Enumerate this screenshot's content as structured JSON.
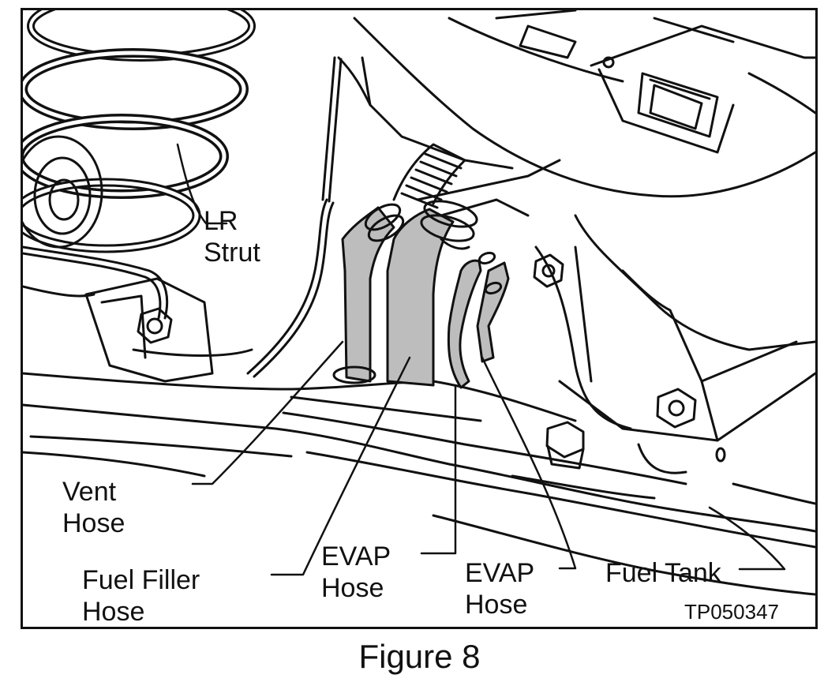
{
  "figure": {
    "caption": "Figure 8",
    "image_code": "TP050347",
    "colors": {
      "line": "#111111",
      "hose_fill": "#bdbdbd",
      "background": "#ffffff"
    }
  },
  "callouts": {
    "lr_strut": {
      "line1": "LR",
      "line2": "Strut"
    },
    "vent_hose": {
      "line1": "Vent",
      "line2": "Hose"
    },
    "fuel_filler_hose": {
      "line1": "Fuel Filler",
      "line2": "Hose"
    },
    "evap_hose_1": {
      "line1": "EVAP",
      "line2": "Hose"
    },
    "evap_hose_2": {
      "line1": "EVAP",
      "line2": "Hose"
    },
    "fuel_tank": {
      "line1": "Fuel Tank"
    }
  }
}
